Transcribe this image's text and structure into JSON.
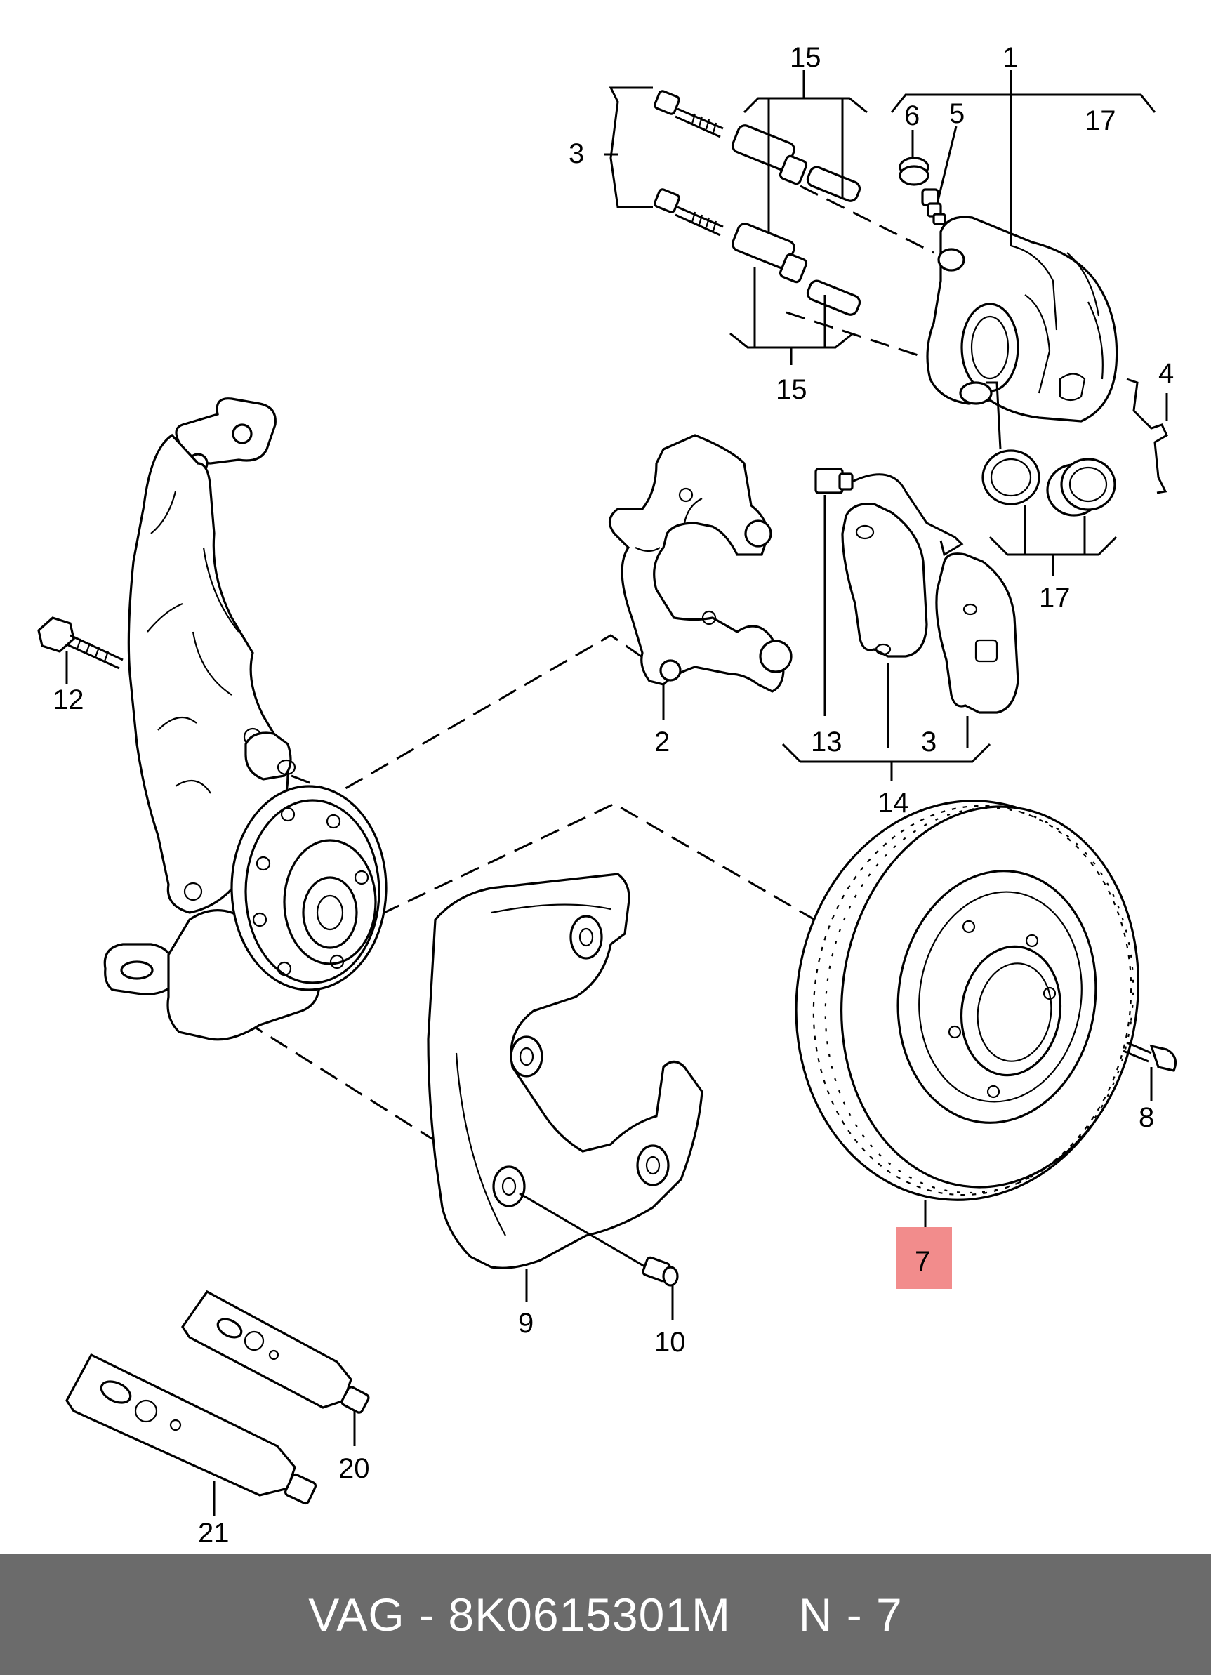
{
  "callouts": {
    "c1": "1",
    "c2": "2",
    "c3a": "3",
    "c3b": "3",
    "c4": "4",
    "c5": "5",
    "c6": "6",
    "c7": "7",
    "c8": "8",
    "c9": "9",
    "c10": "10",
    "c12": "12",
    "c13": "13",
    "c14": "14",
    "c15a": "15",
    "c15b": "15",
    "c17a": "17",
    "c17b": "17",
    "c20": "20",
    "c21": "21"
  },
  "highlight_color": "#f28c8c",
  "footer": {
    "text": "VAG - 8K0615301M     N - 7",
    "background": "#6b6b6b"
  }
}
